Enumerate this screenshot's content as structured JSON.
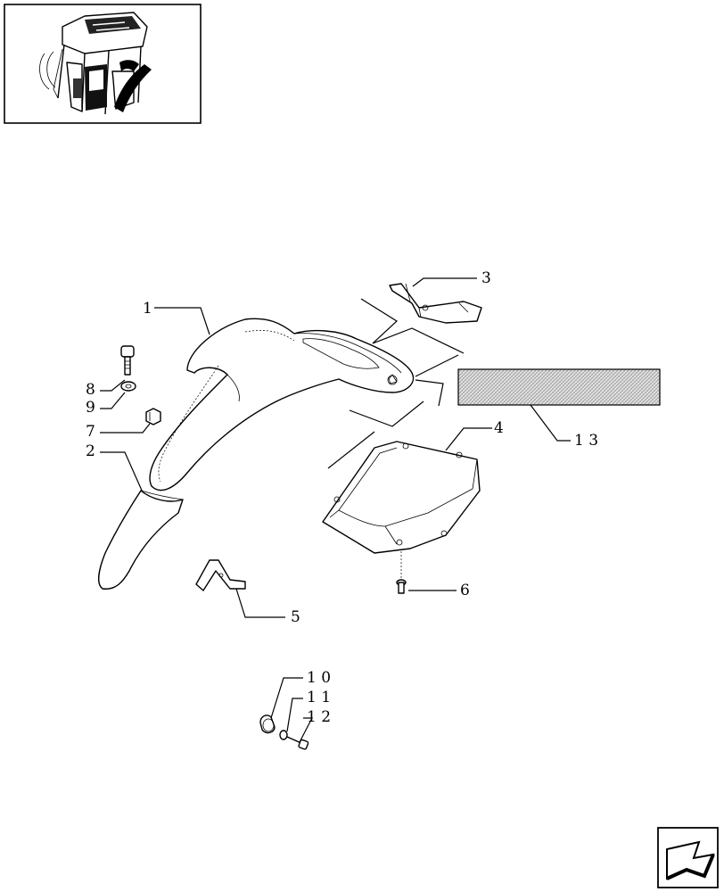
{
  "callouts": [
    {
      "id": "1",
      "text": "1"
    },
    {
      "id": "2",
      "text": "2"
    },
    {
      "id": "3",
      "text": "3"
    },
    {
      "id": "4",
      "text": "4"
    },
    {
      "id": "5",
      "text": "5"
    },
    {
      "id": "6",
      "text": "6"
    },
    {
      "id": "7",
      "text": "7"
    },
    {
      "id": "8",
      "text": "8"
    },
    {
      "id": "9",
      "text": "9"
    },
    {
      "id": "10",
      "text": "1 0"
    },
    {
      "id": "11",
      "text": "1 1"
    },
    {
      "id": "12",
      "text": "1 2"
    },
    {
      "id": "13",
      "text": "1 3"
    }
  ],
  "icons": {
    "thumbnail": "tractor-cab-thumbnail-icon",
    "next": "next-page-arrow-icon"
  },
  "colors": {
    "ink": "#000000",
    "paper": "#ffffff",
    "hatch": "#c8c8c8"
  }
}
